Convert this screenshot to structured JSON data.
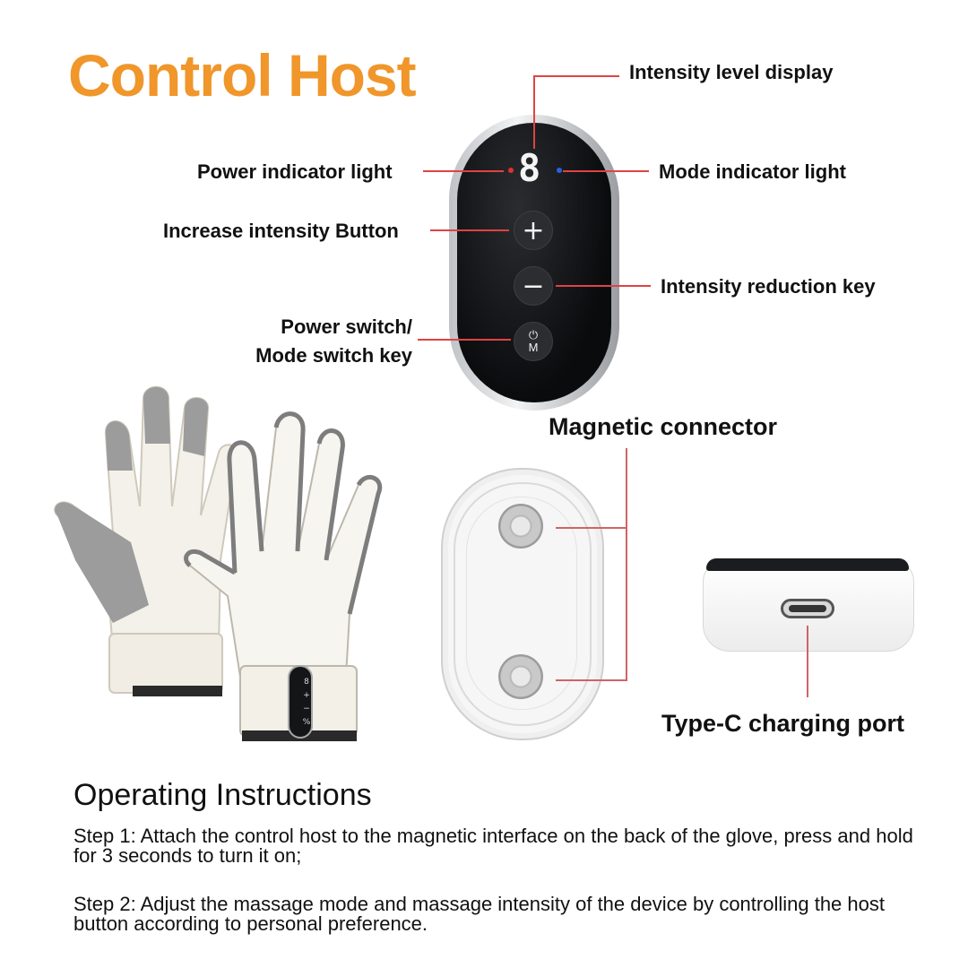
{
  "title": "Control Host",
  "labels": {
    "intensity_display": "Intensity level display",
    "power_indicator": "Power indicator light",
    "mode_indicator": "Mode indicator light",
    "increase_button": "Increase intensity Button",
    "reduction_key": "Intensity reduction key",
    "power_switch_line1": "Power switch/",
    "power_switch_line2": "Mode switch key",
    "magnetic_connector": "Magnetic connector",
    "type_c": "Type-C charging port"
  },
  "host": {
    "digit": "8",
    "plus": "+",
    "minus": "−",
    "power_symbol": "⏻",
    "m_label": "M"
  },
  "glove_host": {
    "digit": "8",
    "plus": "+",
    "minus": "−",
    "mode": "%"
  },
  "instructions": {
    "heading": "Operating Instructions",
    "step1": "Step 1: Attach the control host to the magnetic interface on the back of the glove, press and hold for 3 seconds to turn it on;",
    "step2": "Step 2: Adjust the massage mode and massage intensity of the device by controlling the host button according to personal preference."
  },
  "colors": {
    "title": "#f0962a",
    "callout_line": "#e04343",
    "power_dot": "#e03030",
    "mode_dot": "#2f5fe0"
  }
}
